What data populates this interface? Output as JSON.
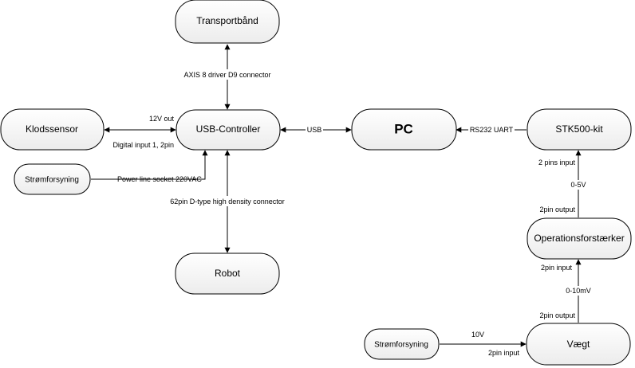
{
  "nodes": {
    "transportbaand": "Transportbånd",
    "usb_controller": "USB-Controller",
    "pc": "PC",
    "stk500": "STK500-kit",
    "klodssensor": "Klodssensor",
    "stromforsyning_1": "Strømforsyning",
    "robot": "Robot",
    "operationsforstaerker": "Operationsforstærker",
    "vaegt": "Vægt",
    "stromforsyning_2": "Strømforsyning"
  },
  "labels": {
    "axis_connector": "AXIS 8 driver D9 connector",
    "out_12v": "12V out",
    "digital_input": "Digital input 1, 2pin",
    "power_line": "Power line socket 220VAC",
    "pin62": "62pin D-type high density connector",
    "usb": "USB",
    "rs232": "RS232 UART",
    "pins_input_2": "2 pins input",
    "v_0_5": "0-5V",
    "pin_output_1": "2pin output",
    "pin_input_1": "2pin input",
    "mv_0_10": "0-10mV",
    "pin_output_2": "2pin output",
    "v10": "10V",
    "pin_input_2": "2pin input"
  }
}
